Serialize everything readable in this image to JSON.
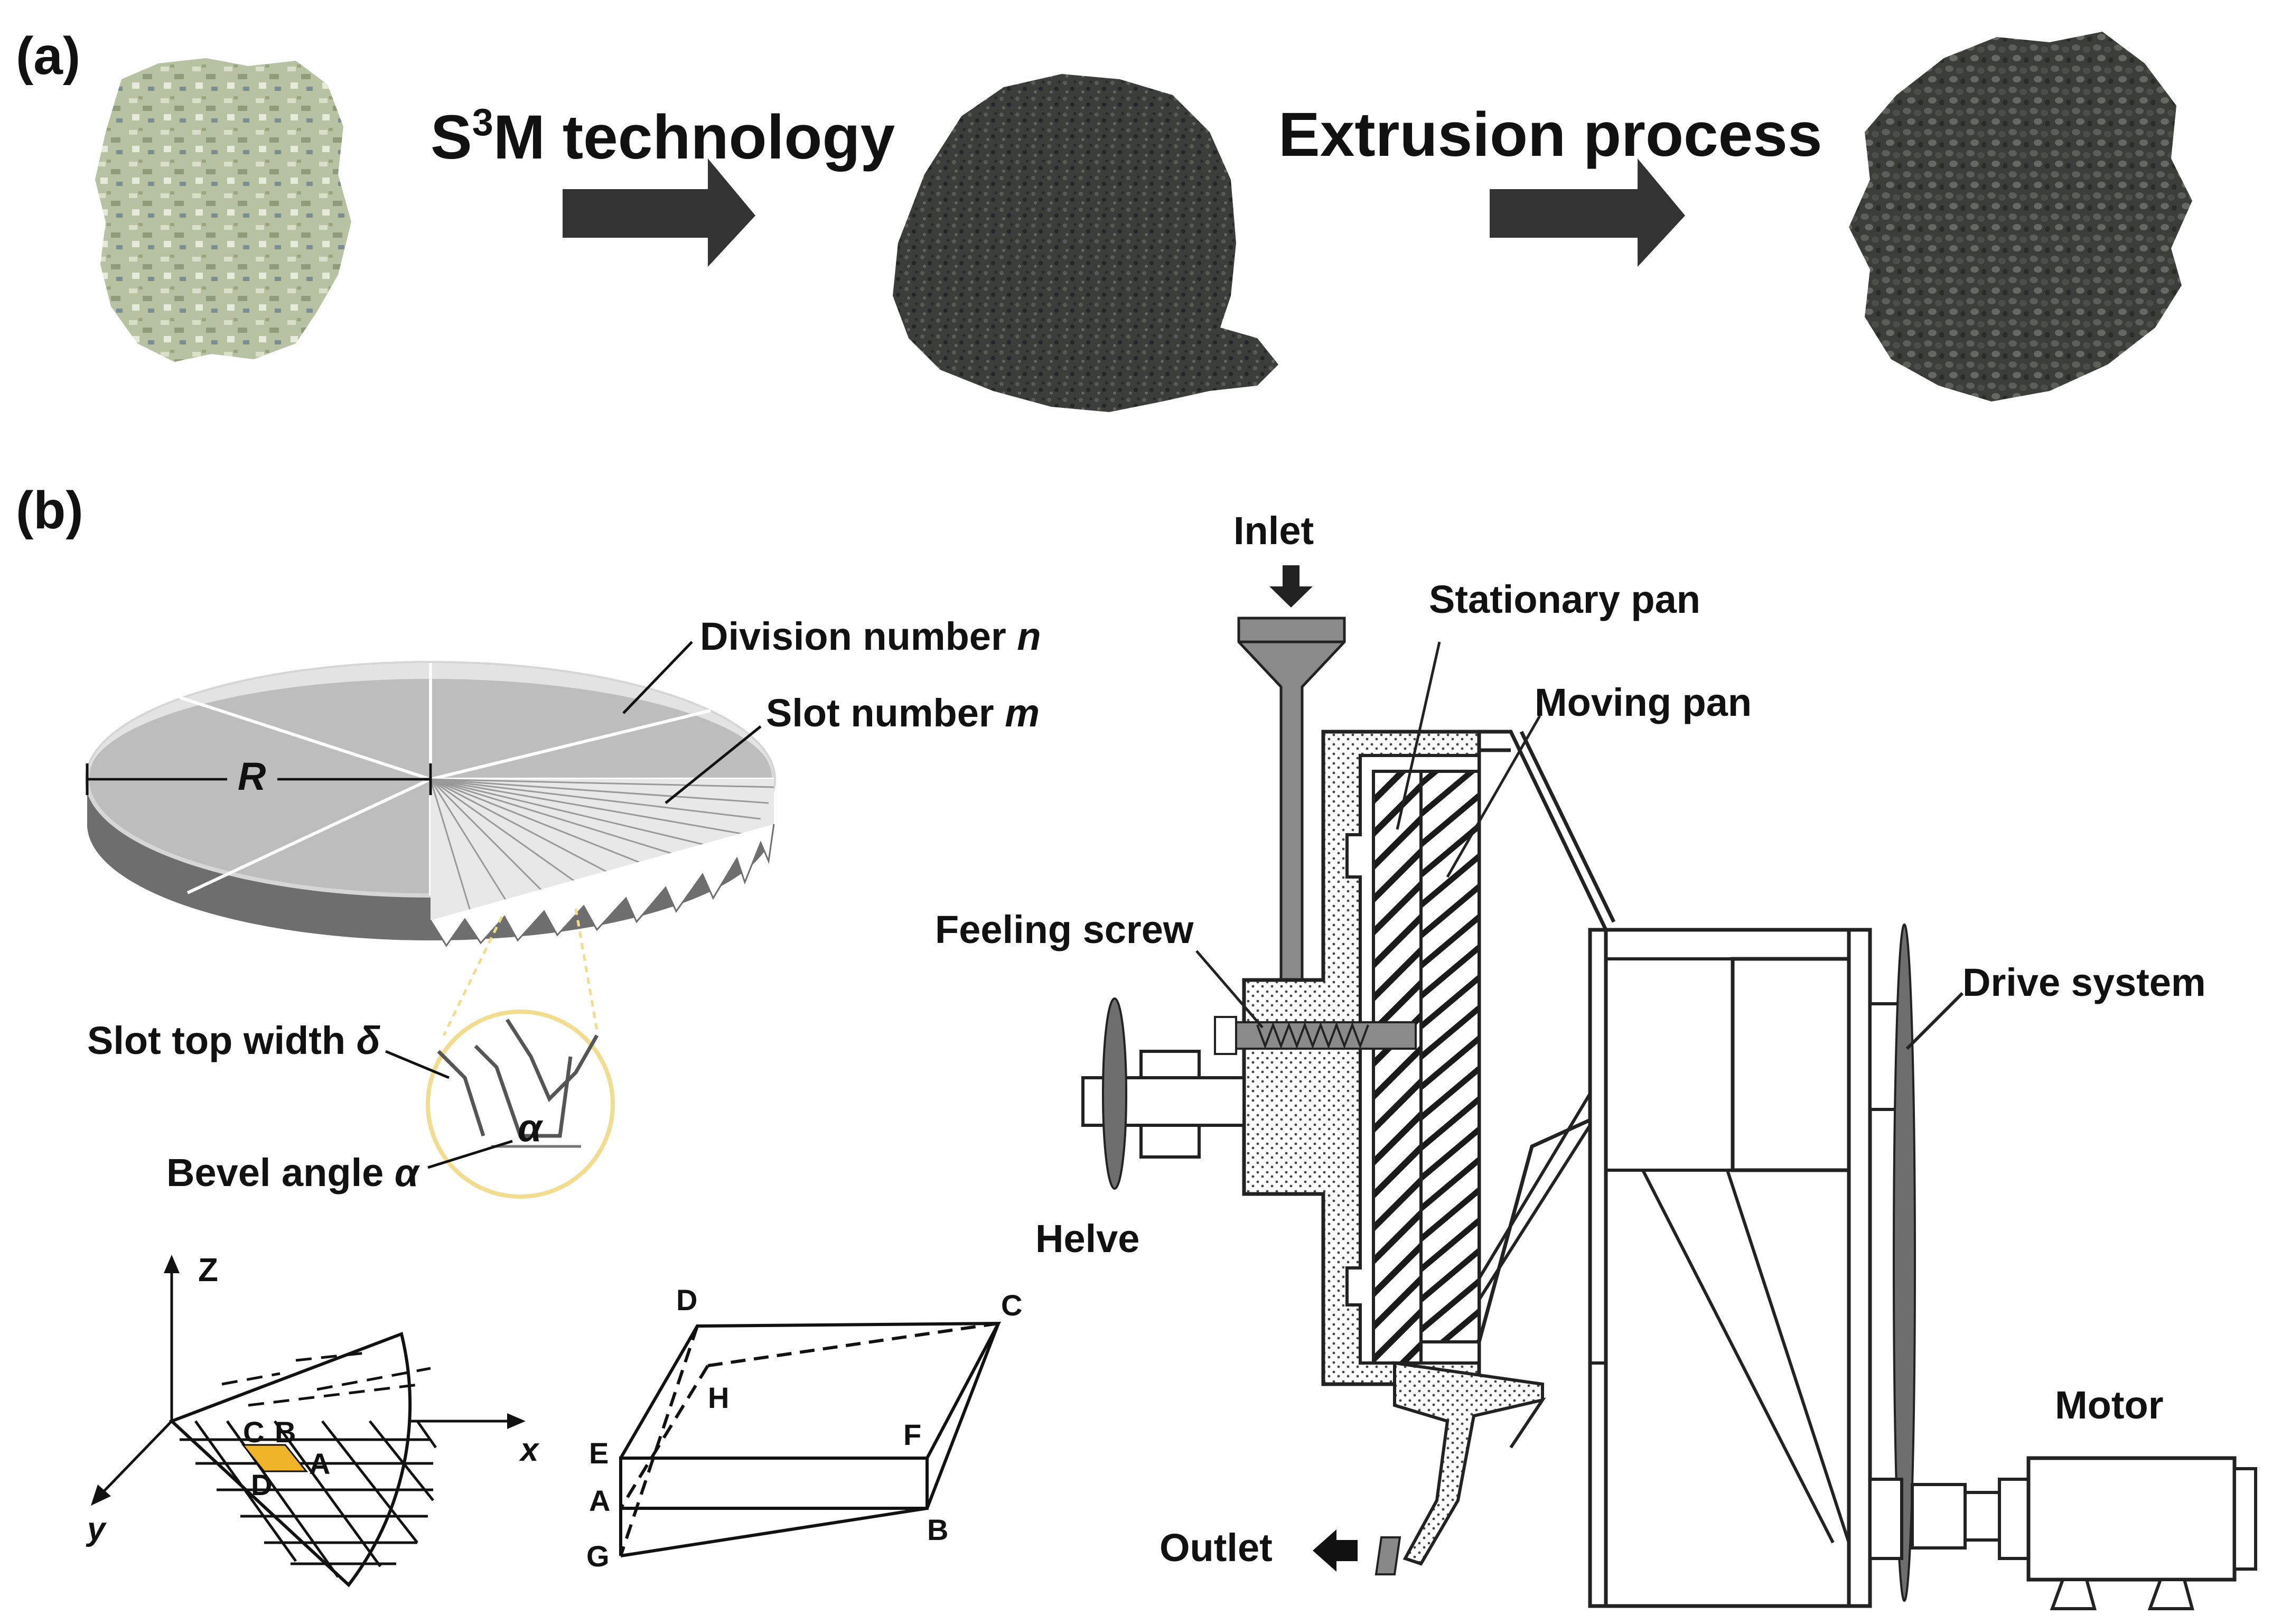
{
  "panel_a": {
    "label": "(a)",
    "step1_prefix": "S",
    "step1_sup": "3",
    "step1_suffix": "M technology",
    "step2": "Extrusion process"
  },
  "panel_b": {
    "label": "(b)",
    "disc": {
      "radius": "R",
      "division_prefix": "Division number ",
      "division_var": "n",
      "slot_prefix": "Slot number ",
      "slot_var": "m",
      "slot_top_prefix": "Slot top width ",
      "slot_top_var": "δ",
      "bevel_prefix": "Bevel angle ",
      "bevel_var": "α",
      "alpha": "α"
    },
    "coords": {
      "z": "Z",
      "x": "x",
      "y": "y",
      "c": "C",
      "b": "B",
      "a": "A",
      "d": "D"
    },
    "block": {
      "d": "D",
      "c": "C",
      "h": "H",
      "e": "E",
      "f": "F",
      "a": "A",
      "b": "B",
      "g": "G"
    },
    "machine": {
      "inlet": "Inlet",
      "stationary_pan": "Stationary pan",
      "moving_pan": "Moving pan",
      "feeling_screw": "Feeling screw",
      "drive_system": "Drive system",
      "helve": "Helve",
      "motor": "Motor",
      "outlet": "Outlet"
    }
  },
  "colors": {
    "dark": "#2b2b2b",
    "disc_top": "#bdbdbd",
    "disc_side": "#6e6e6e",
    "highlight": "#f0b429",
    "zoom_circle": "#f2dc8e",
    "powder": "#3a3d3a",
    "flakes": "#b9c4a5"
  }
}
